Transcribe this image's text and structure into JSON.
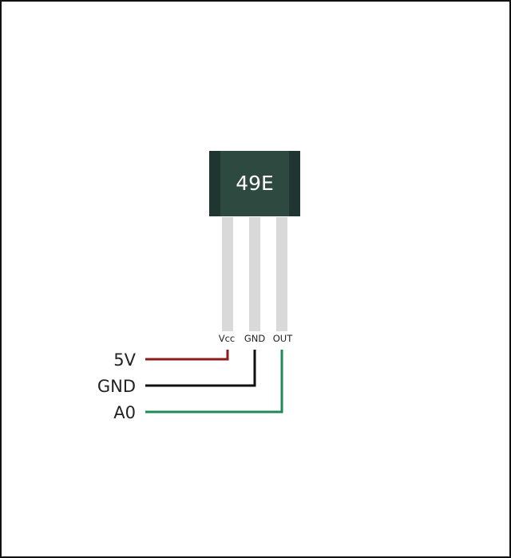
{
  "sensor": {
    "marking": "49E",
    "body_color": "#2e4a40",
    "body_edge_color": "#1f3630",
    "lead_color": "#d9d9d9"
  },
  "pins": [
    {
      "label": "Vcc"
    },
    {
      "label": "GND"
    },
    {
      "label": "OUT"
    }
  ],
  "nets": [
    {
      "label": "5V",
      "wire_color": "#8b1a1a"
    },
    {
      "label": "GND",
      "wire_color": "#111111"
    },
    {
      "label": "A0",
      "wire_color": "#1f8a55"
    }
  ]
}
